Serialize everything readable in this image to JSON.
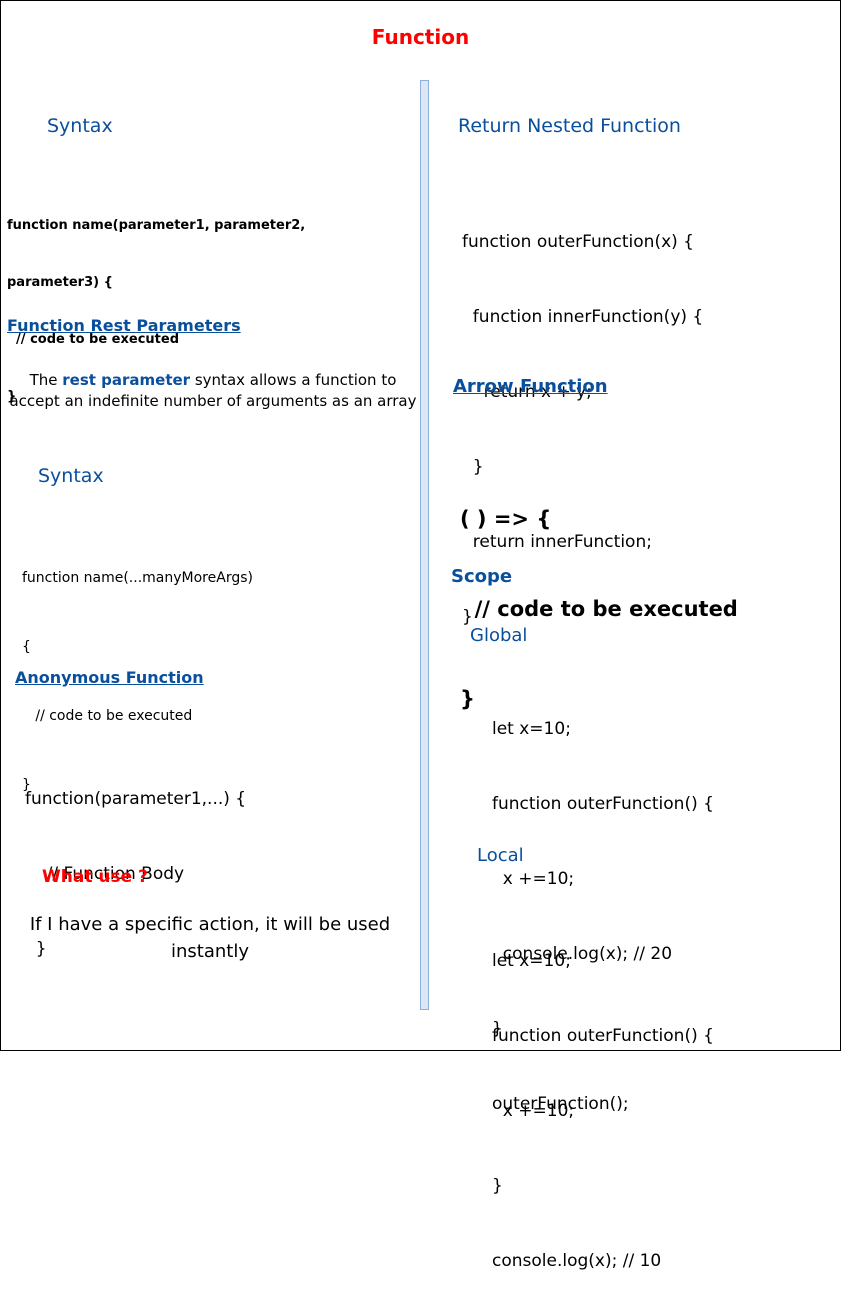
{
  "title": "Function",
  "left": {
    "syntax_heading": "Syntax",
    "syntax_code": [
      "function name(parameter1, parameter2,",
      "parameter3) {",
      "  // code to be executed",
      "}"
    ],
    "rest_heading": "Function Rest Parameters",
    "rest_desc_pre": "The ",
    "rest_desc_kw": "rest parameter",
    "rest_desc_post": " syntax allows a function to accept an indefinite number of arguments as an array",
    "rest_syntax_heading": "Syntax",
    "rest_syntax_code": [
      "function name(...manyMoreArgs)",
      "{",
      "   // code to be executed",
      "}"
    ],
    "anon_heading": "Anonymous Function",
    "anon_code": [
      "function(parameter1,...) {",
      "    // Function Body",
      "  }"
    ],
    "use_heading": "What use ?",
    "use_text": "If I have a specific action, it will be used instantly"
  },
  "right": {
    "nested_heading": "Return Nested Function",
    "nested_code": [
      "function outerFunction(x) {",
      "  function innerFunction(y) {",
      "    return x + y;",
      "  }",
      "  return innerFunction;",
      "}"
    ],
    "arrow_heading": "Arrow Function",
    "arrow_code": [
      "( ) => {",
      "  // code to be executed",
      "}"
    ],
    "scope_heading": "Scope",
    "global_heading": "Global",
    "global_code": [
      "let x=10;",
      "function outerFunction() {",
      "  x +=10;",
      "  console.log(x); // 20",
      "}",
      "outerFunction();"
    ],
    "local_heading": "Local",
    "local_code": [
      "let x=10;",
      "function outerFunction() {",
      "  x +=10;",
      "}",
      "console.log(x); // 10"
    ]
  }
}
